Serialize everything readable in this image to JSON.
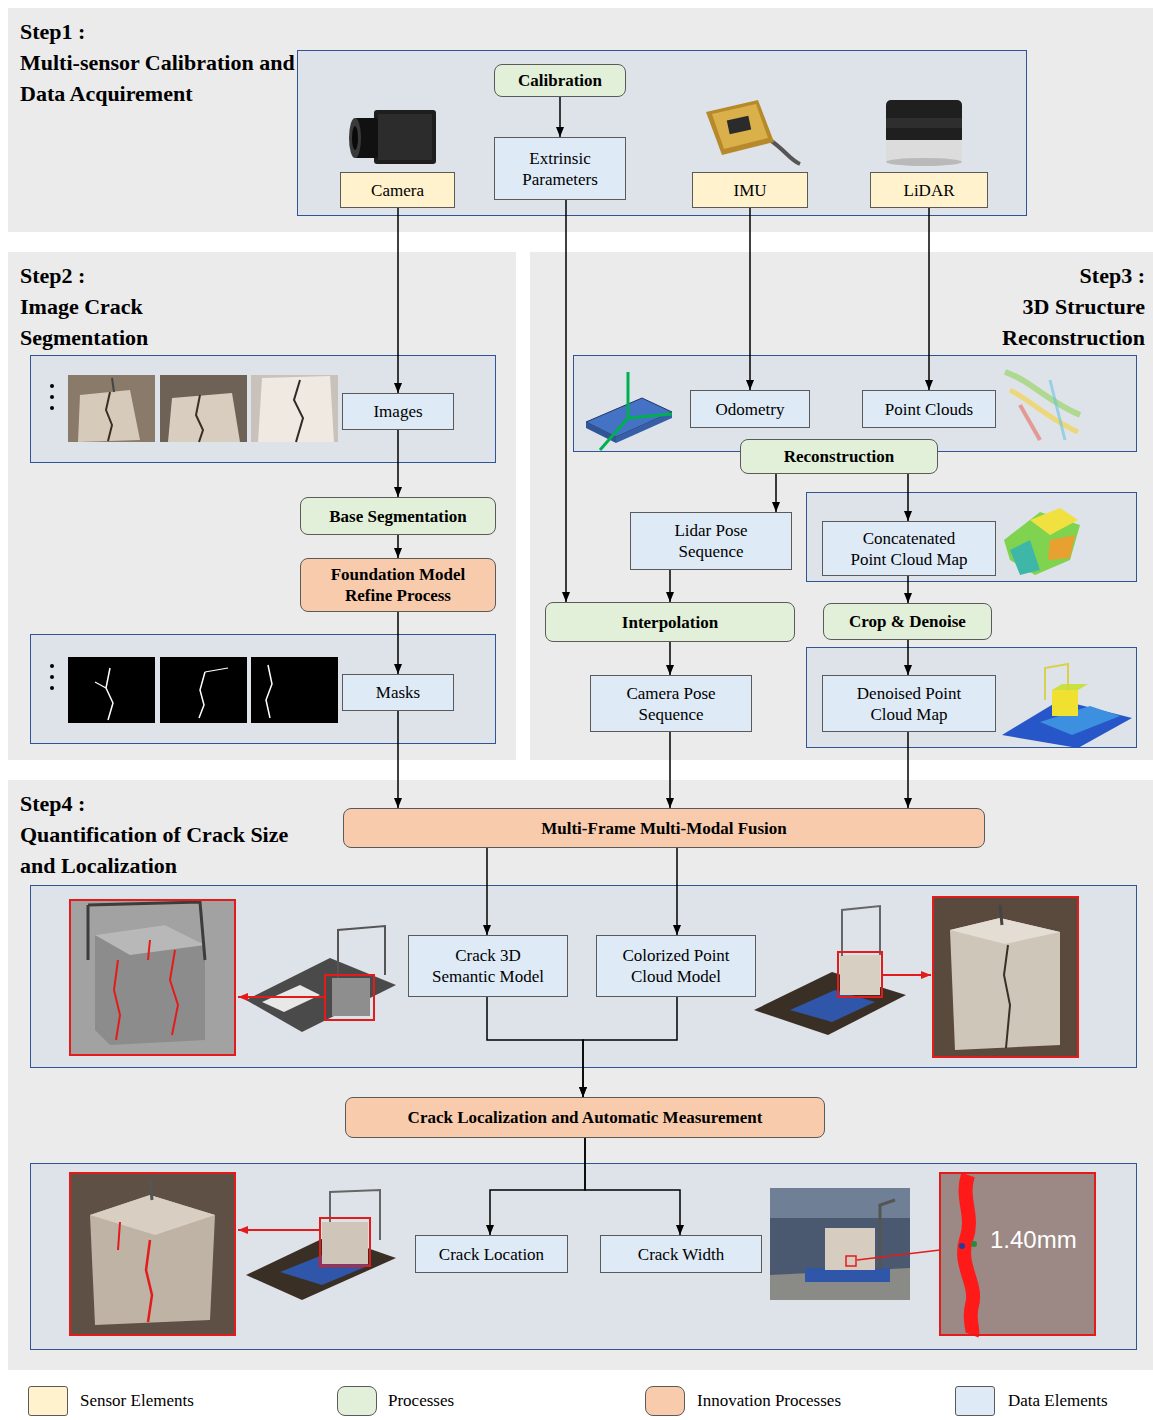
{
  "diagram": {
    "nodes": [
      {
        "text": [
          "Step1 :",
          "Multi-sensor Calibration and Data Acquirement"
        ]
      },
      {
        "text": [
          "Calibration"
        ],
        "in": 0
      },
      {
        "text": [
          "Camera"
        ],
        "in": 0
      },
      {
        "text": [
          "Extrinsic Parameters"
        ],
        "in": 0
      },
      {
        "text": [
          "IMU"
        ],
        "in": 0
      },
      {
        "text": [
          "LiDAR"
        ],
        "in": 0
      },
      {
        "text": [
          "Step2 :",
          "Image Crack Segmentation"
        ]
      },
      {
        "text": [
          "Images"
        ],
        "in": 6
      },
      {
        "text": [
          "Base Segmentation"
        ],
        "in": 6
      },
      {
        "text": [
          "Foundation Model Refine Process"
        ],
        "in": 6
      },
      {
        "text": [
          "Masks"
        ],
        "in": 6
      },
      {
        "text": [
          "Step3 :",
          "3D Structure Reconstruction"
        ]
      },
      {
        "text": [
          "Odometry"
        ],
        "in": 11
      },
      {
        "text": [
          "Point Clouds"
        ],
        "in": 11
      },
      {
        "text": [
          "Reconstruction"
        ],
        "in": 11
      },
      {
        "text": [
          "Lidar Pose Sequence"
        ],
        "in": 11
      },
      {
        "text": [
          "Concatenated Point Cloud Map"
        ],
        "in": 11
      },
      {
        "text": [
          "Interpolation"
        ],
        "in": 11
      },
      {
        "text": [
          "Crop & Denoise"
        ],
        "in": 11
      },
      {
        "text": [
          "Camera Pose Sequence"
        ],
        "in": 11
      },
      {
        "text": [
          "Denoised Point Cloud Map"
        ],
        "in": 11
      },
      {
        "text": [
          "Step4 :",
          "Quantification of Crack Size and Localization"
        ]
      },
      {
        "text": [
          "Multi-Frame Multi-Modal Fusion"
        ],
        "in": 21
      },
      {
        "text": [
          "Crack 3D Semantic Model"
        ],
        "in": 21
      },
      {
        "text": [
          "Colorized Point Cloud Model"
        ],
        "in": 21
      },
      {
        "text": [
          "Crack Localization and Automatic Measurement"
        ],
        "in": 21
      },
      {
        "text": [
          "Crack Location"
        ],
        "in": 21
      },
      {
        "text": [
          "Crack Width"
        ],
        "in": 21
      }
    ],
    "edges": [
      {
        "from": 1,
        "to": 3,
        "arrow": "to"
      },
      {
        "from": 2,
        "to": 7,
        "arrow": "to"
      },
      {
        "from": 3,
        "to": 17,
        "arrow": "to"
      },
      {
        "from": 4,
        "to": 12,
        "arrow": "to"
      },
      {
        "from": 5,
        "to": 13,
        "arrow": "to"
      },
      {
        "from": 7,
        "to": 8,
        "arrow": "to"
      },
      {
        "from": 8,
        "to": 9,
        "arrow": "to"
      },
      {
        "from": 9,
        "to": 10,
        "arrow": "to"
      },
      {
        "from": 14,
        "to": 15,
        "arrow": "to"
      },
      {
        "from": 14,
        "to": 16,
        "arrow": "to"
      },
      {
        "from": 15,
        "to": 17,
        "arrow": "to"
      },
      {
        "from": 17,
        "to": 19,
        "arrow": "to"
      },
      {
        "from": 16,
        "to": 18,
        "arrow": "to"
      },
      {
        "from": 18,
        "to": 20,
        "arrow": "to"
      },
      {
        "from": 10,
        "to": 22,
        "arrow": "to"
      },
      {
        "from": 19,
        "to": 22,
        "arrow": "to"
      },
      {
        "from": 20,
        "to": 22,
        "arrow": "to"
      },
      {
        "from": 22,
        "to": 23,
        "arrow": "to"
      },
      {
        "from": 22,
        "to": 24,
        "arrow": "to"
      },
      {
        "from": 23,
        "to": 25,
        "arrow": "to"
      },
      {
        "from": 24,
        "to": 25,
        "arrow": "to"
      },
      {
        "from": 25,
        "to": 26,
        "arrow": "to"
      },
      {
        "from": 25,
        "to": 27,
        "arrow": "to"
      }
    ],
    "labels": [
      "1.40mm"
    ],
    "legend": [
      {
        "text": "Sensor Elements",
        "color": "#fff2cc"
      },
      {
        "text": "Processes",
        "color": "#e2f0d9"
      },
      {
        "text": "Innovation Processes",
        "color": "#f8cbad"
      },
      {
        "text": "Data Elements",
        "color": "#deebf7"
      }
    ]
  }
}
